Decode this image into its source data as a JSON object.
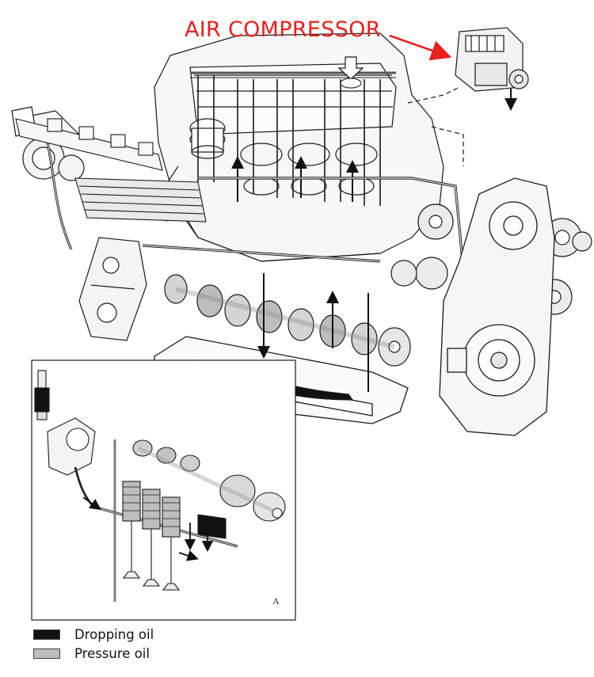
{
  "diagram": {
    "callout_label": "AIR COMPRESSOR",
    "inset_label": "A",
    "legend": [
      {
        "label": "Dropping oil",
        "color": "#111111"
      },
      {
        "label": "Pressure oil",
        "color": "#bdbdbd"
      }
    ],
    "colors": {
      "callout": "#e8201e",
      "line": "#1a1a1a",
      "pressure_fill": "#c4c4c4",
      "dropping_fill": "#111111"
    }
  }
}
